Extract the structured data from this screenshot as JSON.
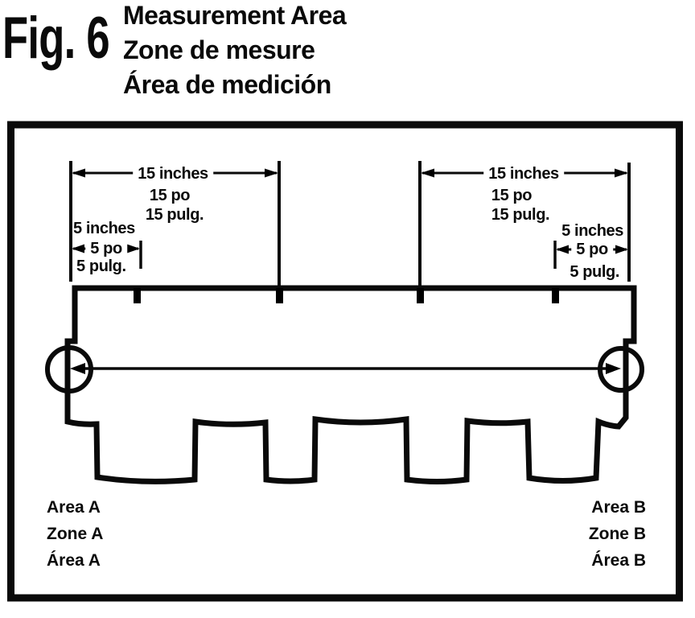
{
  "figure": {
    "label": "Fig. 6",
    "title_lines": [
      "Measurement Area",
      "Zone de mesure",
      "Área de medición"
    ]
  },
  "dimensions": {
    "left15": {
      "inches": "15 inches",
      "po": "15 po",
      "pulg": "15 pulg."
    },
    "left5": {
      "inches": "5 inches",
      "po": "5 po",
      "pulg": "5 pulg."
    },
    "right15": {
      "inches": "15 inches",
      "po": "15 po",
      "pulg": "15 pulg."
    },
    "right5": {
      "inches": "5 inches",
      "po": "5 po",
      "pulg": "5 pulg."
    }
  },
  "areas": {
    "a": {
      "en": "Area A",
      "fr": "Zone A",
      "es": "Área A"
    },
    "b": {
      "en": "Area B",
      "fr": "Zone B",
      "es": "Área B"
    }
  },
  "colors": {
    "ink": "#0a0a0a",
    "background": "#ffffff"
  }
}
